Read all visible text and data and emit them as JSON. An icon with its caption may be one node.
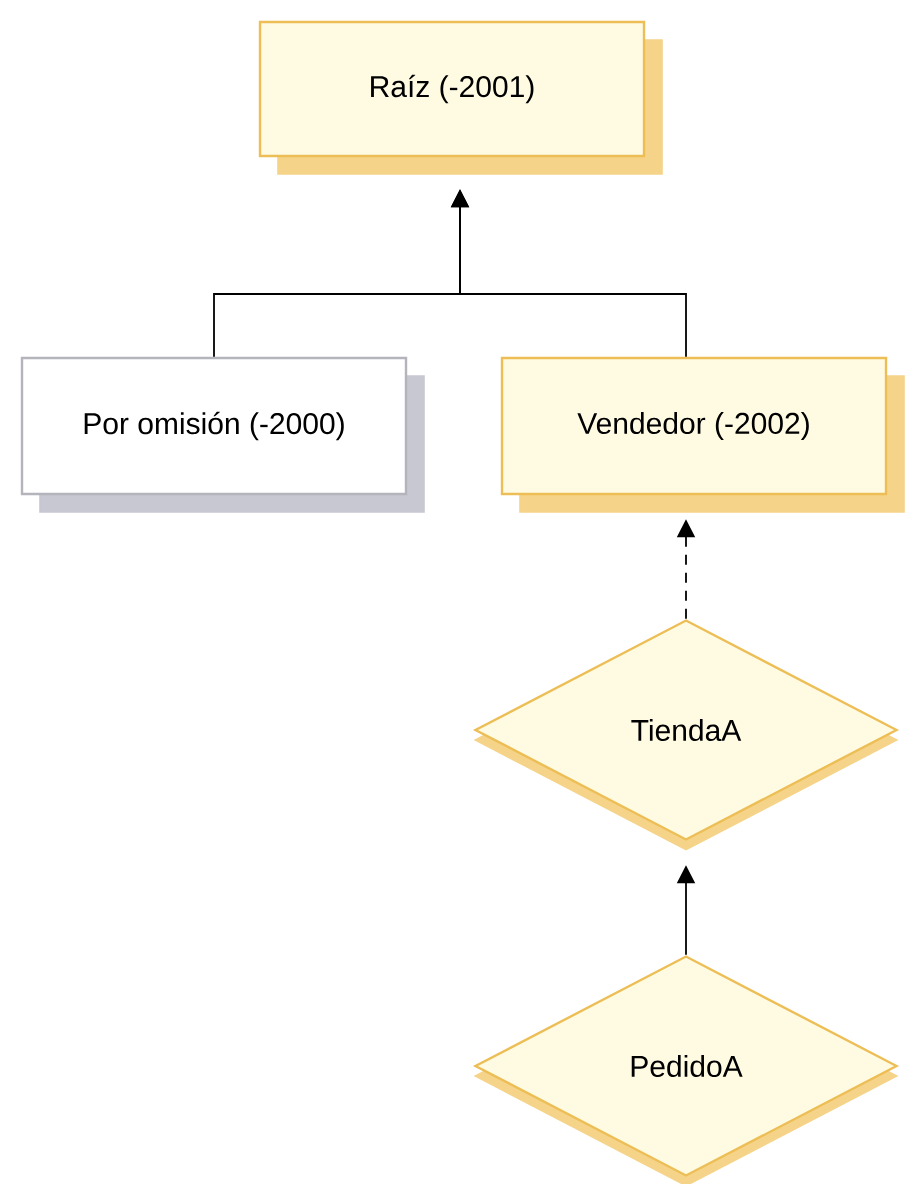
{
  "diagram": {
    "nodes": [
      {
        "text": [
          "Raíz (-2001)"
        ]
      },
      {
        "text": [
          "Por omisión (-2000)"
        ]
      },
      {
        "text": [
          "Vendedor (-2002)"
        ]
      },
      {
        "text": [
          "TiendaA"
        ]
      },
      {
        "text": [
          "PedidoA"
        ]
      }
    ],
    "edges": [
      {
        "from": 1,
        "to": 0,
        "arrow": "to"
      },
      {
        "from": 2,
        "to": 0,
        "arrow": "to"
      },
      {
        "from": 3,
        "to": 2,
        "arrow": "to",
        "style": "dashed"
      },
      {
        "from": 4,
        "to": 3,
        "arrow": "to"
      }
    ]
  }
}
